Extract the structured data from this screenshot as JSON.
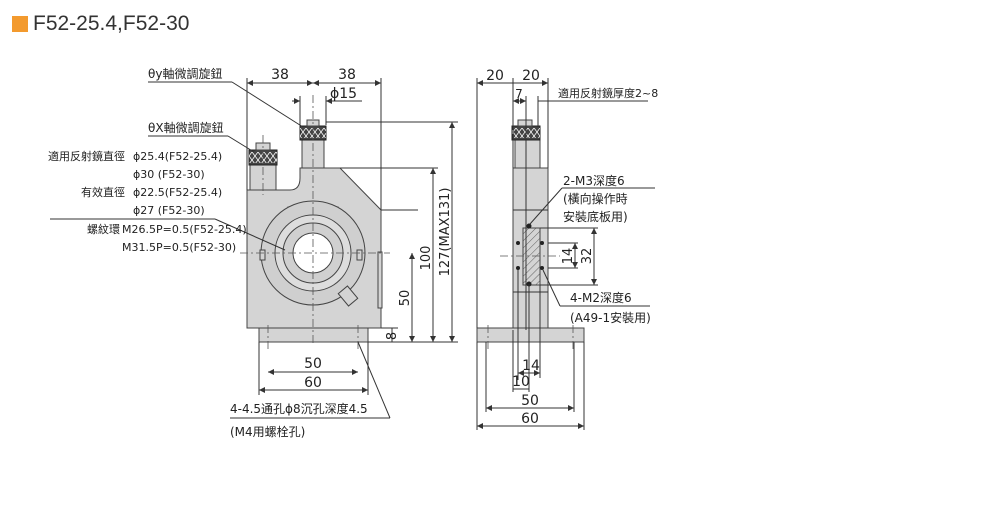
{
  "title": "F52-25.4,F52-30",
  "accent_color": "#f39a2e",
  "front_view": {
    "dims": {
      "w_left": "38",
      "w_right": "38",
      "knob_dia": "ϕ15",
      "h_total": "127(MAX131)",
      "h_body": "100",
      "h_center": "50",
      "base_t": "8",
      "hole_pitch": "50",
      "base_w": "60"
    },
    "labels": {
      "theta_y": "θy軸微調旋鈕",
      "theta_x": "θX軸微調旋鈕",
      "mirror_dia_label": "適用反射鏡直徑",
      "mirror_dia_1": "ϕ25.4(F52-25.4)",
      "mirror_dia_2": "ϕ30   (F52-30)",
      "eff_dia_label": "有效直徑",
      "eff_dia_1": "ϕ22.5(F52-25.4)",
      "eff_dia_2": "ϕ27   (F52-30)",
      "ring_label": "螺紋環",
      "ring_1": "M26.5P=0.5(F52-25.4)",
      "ring_2": "M31.5P=0.5(F52-30)",
      "holes_1": "4-4.5通孔ϕ8沉孔深度4.5",
      "holes_2": "(M4用螺栓孔)"
    }
  },
  "side_view": {
    "dims": {
      "w1": "20",
      "w2": "20",
      "offset": "7",
      "h14": "14",
      "h32": "32",
      "b14": "14",
      "b10": "10",
      "b50": "50",
      "b60": "60"
    },
    "labels": {
      "thickness": "適用反射鏡厚度2~8",
      "m3_1": "2-M3深度6",
      "m3_2": "(橫向操作時",
      "m3_3": "安裝底板用)",
      "m2_1": "4-M2深度6",
      "m2_2": "(A49-1安裝用)"
    }
  }
}
